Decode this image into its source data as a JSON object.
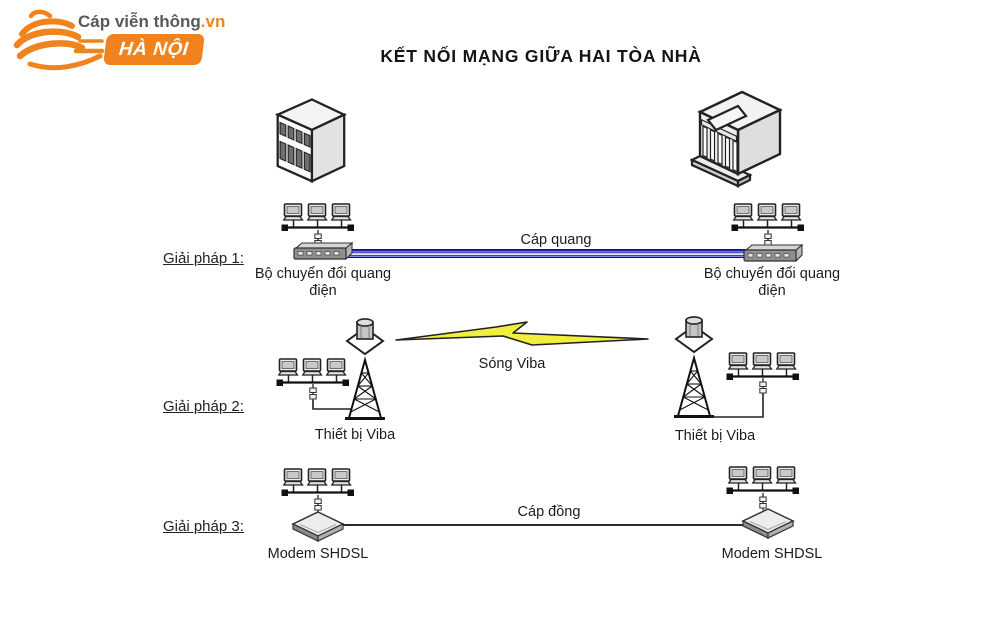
{
  "logo": {
    "brand": "Cáp viễn thông",
    "brand_suffix": ".vn",
    "badge": "HÀ NỘI"
  },
  "title": "KẾT NỐI MẠNG GIỮA HAI TÒA NHÀ",
  "diagram": {
    "solution1": {
      "label": "Giải pháp 1:",
      "link_label": "Cáp quang",
      "left_device_label": "Bộ chuyển đổi quang điện",
      "right_device_label": "Bộ chuyển đổi quang điện"
    },
    "solution2": {
      "label": "Giải pháp 2:",
      "link_label": "Sóng Viba",
      "left_device_label": "Thiết bị Viba",
      "right_device_label": "Thiết bị Viba"
    },
    "solution3": {
      "label": "Giải pháp 3:",
      "link_label": "Cáp đồng",
      "left_device_label": "Modem SHDSL",
      "right_device_label": "Modem SHDSL"
    }
  },
  "colors": {
    "accent_orange": "#F0831E",
    "fiber_blue": "#2A2AB5",
    "bolt_yellow": "#F2EE3E",
    "line_dark": "#222222"
  }
}
